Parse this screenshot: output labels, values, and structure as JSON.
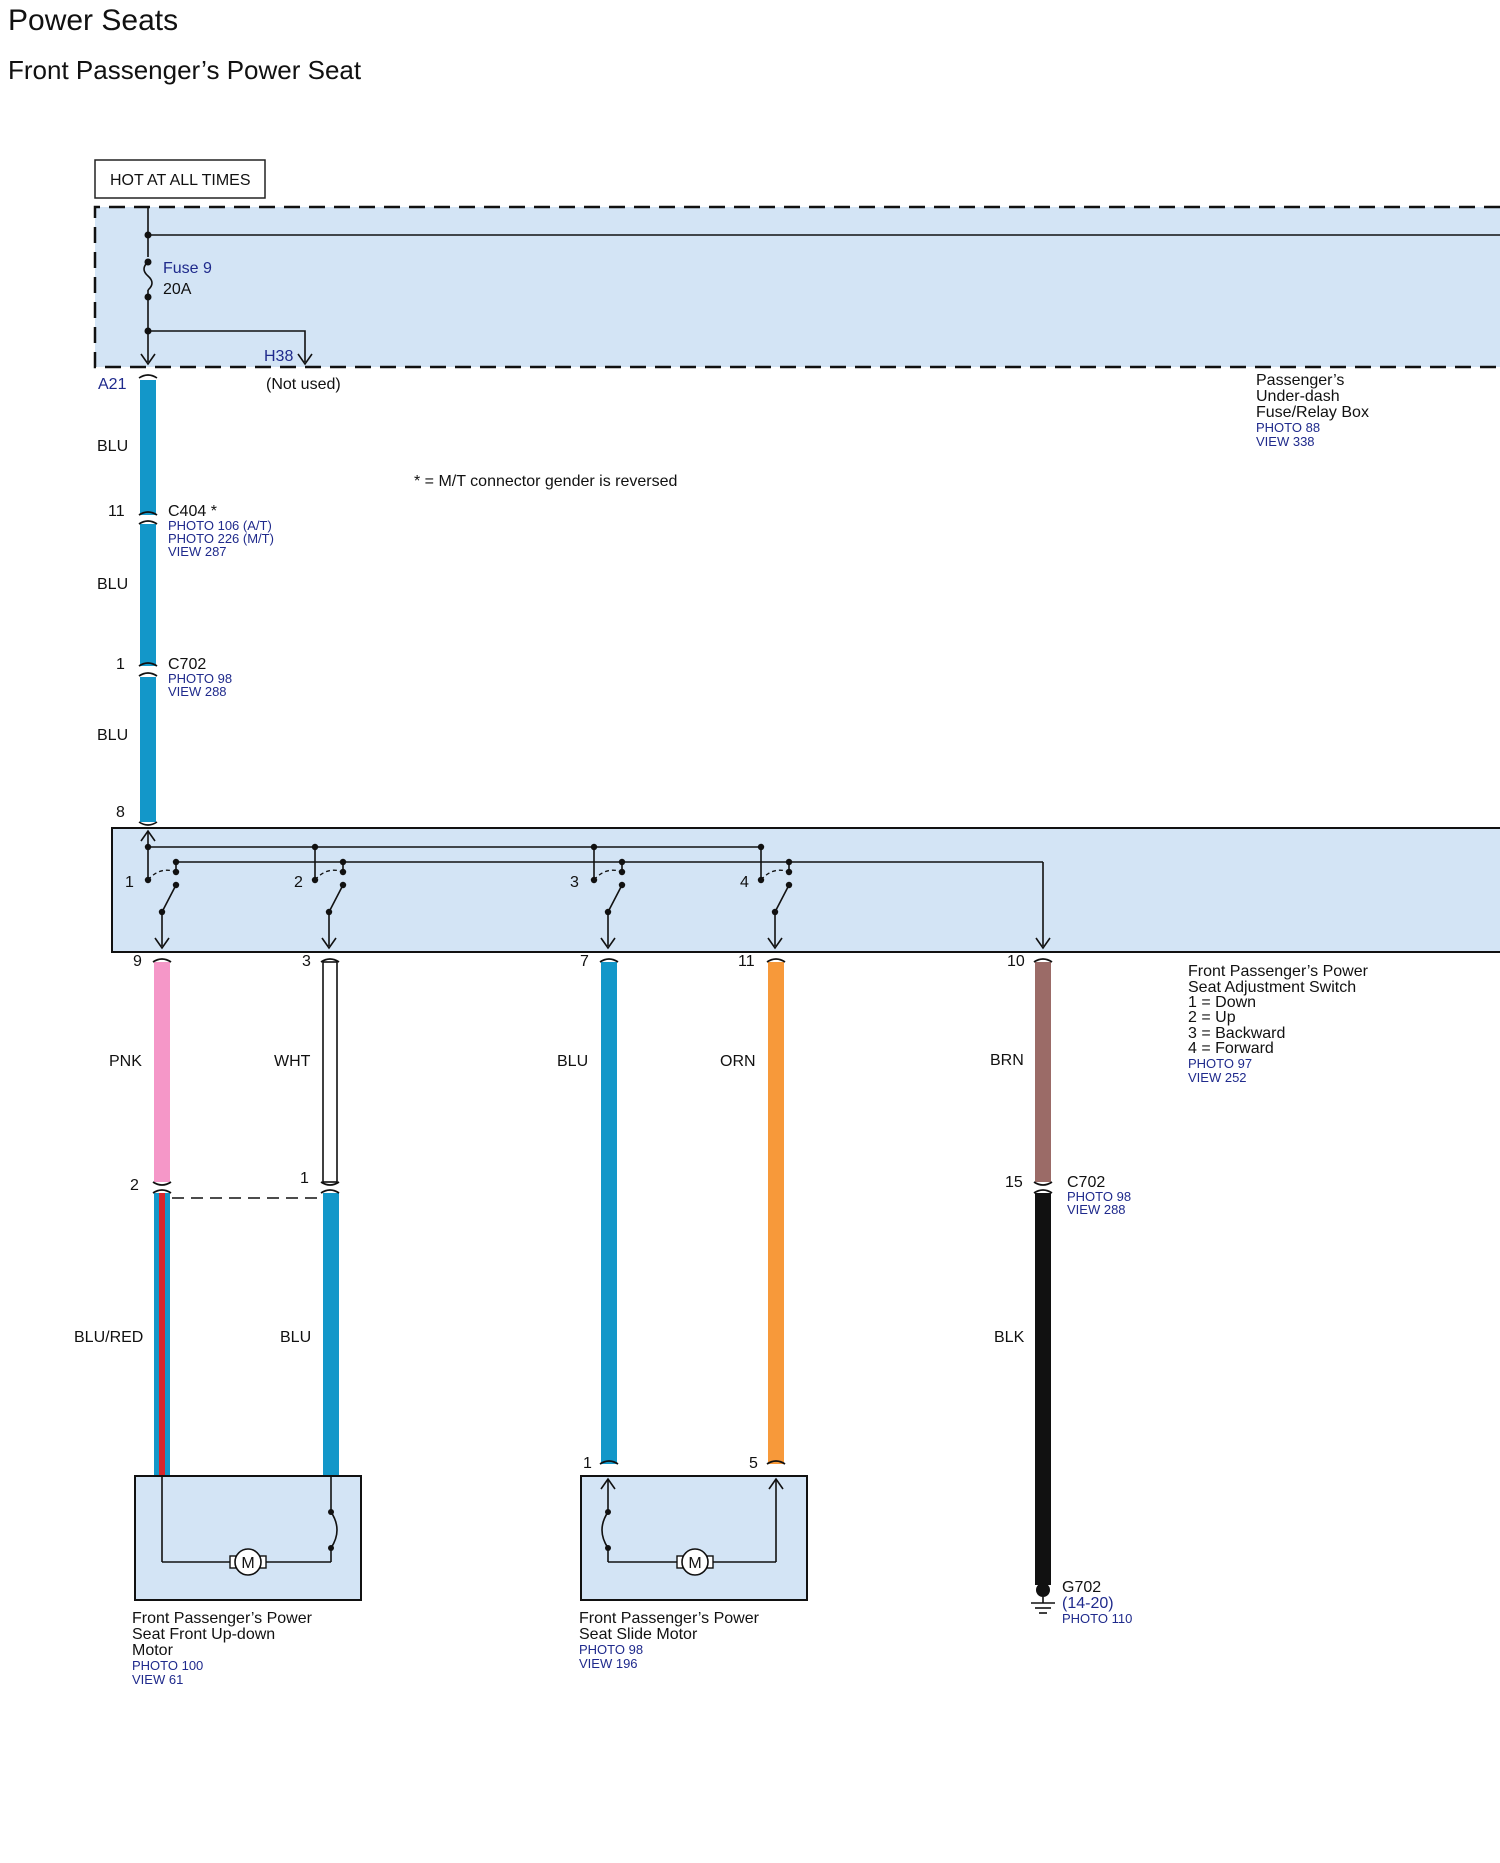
{
  "title": "Power Seats",
  "subtitle": "Front Passenger’s Power Seat",
  "hot_box": "HOT AT ALL TIMES",
  "note": "* = M/T connector gender is reversed",
  "fuse_box": {
    "fuse_name": "Fuse 9",
    "fuse_rating": "20A",
    "h38": "H38",
    "not_used": "(Not used)",
    "a21": "A21",
    "name_lines": [
      "Passenger’s",
      "Under-dash",
      "Fuse/Relay Box"
    ],
    "refs": [
      "PHOTO 88",
      "VIEW 338"
    ]
  },
  "upper_wire": {
    "color": "BLU",
    "hex": "#1397c9",
    "labels": [
      "BLU",
      "BLU",
      "BLU"
    ],
    "c404": {
      "pin": "11",
      "name": "C404 *",
      "refs": [
        "PHOTO 106 (A/T)",
        "PHOTO 226 (M/T)",
        "VIEW 287"
      ]
    },
    "c702": {
      "pin": "1",
      "name": "C702",
      "refs": [
        "PHOTO 98",
        "VIEW 288"
      ]
    },
    "switch_pin": "8"
  },
  "switch": {
    "contacts": [
      "1",
      "2",
      "3",
      "4"
    ],
    "name_lines": [
      "Front Passenger’s Power",
      "Seat Adjustment Switch",
      "1 = Down",
      "2 = Up",
      "3 = Backward",
      "4 = Forward"
    ],
    "refs": [
      "PHOTO 97",
      "VIEW 252"
    ]
  },
  "wires": [
    {
      "pin": "9",
      "color": "PNK",
      "hex": "#f597c8"
    },
    {
      "pin": "3",
      "color": "WHT",
      "hex": "#ffffff"
    },
    {
      "pin": "7",
      "color": "BLU",
      "hex": "#1397c9"
    },
    {
      "pin": "11",
      "color": "ORN",
      "hex": "#f7993a"
    },
    {
      "pin": "10",
      "color": "BRN",
      "hex": "#9b6b67"
    }
  ],
  "lower_wires": {
    "updown_pins": [
      "2",
      "1"
    ],
    "blu_red": "BLU/RED",
    "blu": "BLU",
    "slide_pins": [
      "1",
      "5"
    ],
    "c702_pin": "15",
    "c702_name": "C702",
    "c702_refs": [
      "PHOTO 98",
      "VIEW 288"
    ],
    "blk": "BLK",
    "blk_hex": "#111111",
    "red_hex": "#d9262b"
  },
  "motor_updown": {
    "symbol": "M",
    "name_lines": [
      "Front Passenger’s Power",
      "Seat Front Up-down",
      "Motor"
    ],
    "refs": [
      "PHOTO 100",
      "VIEW 61"
    ]
  },
  "motor_slide": {
    "symbol": "M",
    "name_lines": [
      "Front Passenger’s Power",
      "Seat Slide Motor"
    ],
    "refs": [
      "PHOTO 98",
      "VIEW 196"
    ]
  },
  "ground": {
    "name": "G702",
    "range": "(14-20)",
    "refs": [
      "PHOTO 110"
    ]
  },
  "colors": {
    "box_fill": "#d3e4f5",
    "ref_blue": "#1f2a8c"
  }
}
